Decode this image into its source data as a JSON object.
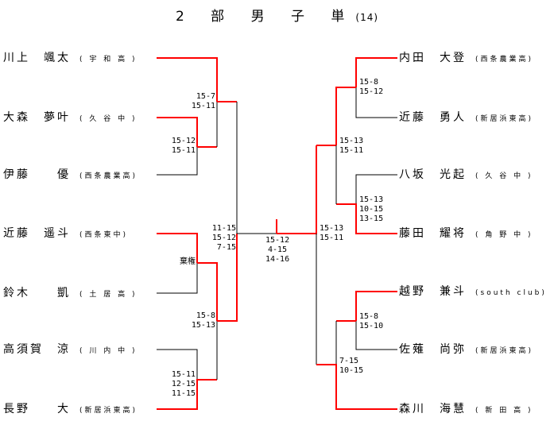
{
  "title": {
    "main": "2 部 男 子 単",
    "sub": "(14)"
  },
  "colors": {
    "win": "#ff0000",
    "line": "#000000"
  },
  "left_players": [
    {
      "name": "川上　颯太",
      "school": "( 宇 和 高 )"
    },
    {
      "name": "大森　夢叶",
      "school": "( 久 谷 中 )"
    },
    {
      "name": "伊藤　　優",
      "school": "(西条農業高)"
    },
    {
      "name": "近藤　遥斗",
      "school": "(西条東中)"
    },
    {
      "name": "鈴木　　凱",
      "school": "( 土 居 高 )"
    },
    {
      "name": "高須賀　涼",
      "school": "( 川 内 中 )"
    },
    {
      "name": "長野　　大",
      "school": "(新居浜東高)"
    }
  ],
  "right_players": [
    {
      "name": "内田　大登",
      "school": "(西条農業高)"
    },
    {
      "name": "近藤　勇人",
      "school": "(新居浜東高)"
    },
    {
      "name": "八坂　光起",
      "school": "( 久 谷 中 )"
    },
    {
      "name": "藤田　耀将",
      "school": "( 角 野 中 )"
    },
    {
      "name": "越野　兼斗",
      "school": "(south club)"
    },
    {
      "name": "佐薙　尚弥",
      "school": "(新居浜東高)"
    },
    {
      "name": "森川　海慧",
      "school": "( 新 田 高 )"
    }
  ],
  "scores": {
    "l_r1_a": "15-12\n15-11",
    "l_r2_a": "15-7\n15-11",
    "l_r1_b": "棄権",
    "l_r1_c": "15-11\n12-15\n11-15",
    "l_r2_b": "15-8\n15-13",
    "l_sf": "11-15\n15-12\n7-15",
    "final": "15-12\n4-15\n14-16",
    "r_r1_a": "15-8\n15-12",
    "r_r1_b": "15-13\n10-15\n13-15",
    "r_r2_a": "15-13\n15-11",
    "r_r1_c": "15-8\n15-10",
    "r_r2_b": "7-15\n10-15",
    "r_sf": "15-13\n15-11"
  }
}
